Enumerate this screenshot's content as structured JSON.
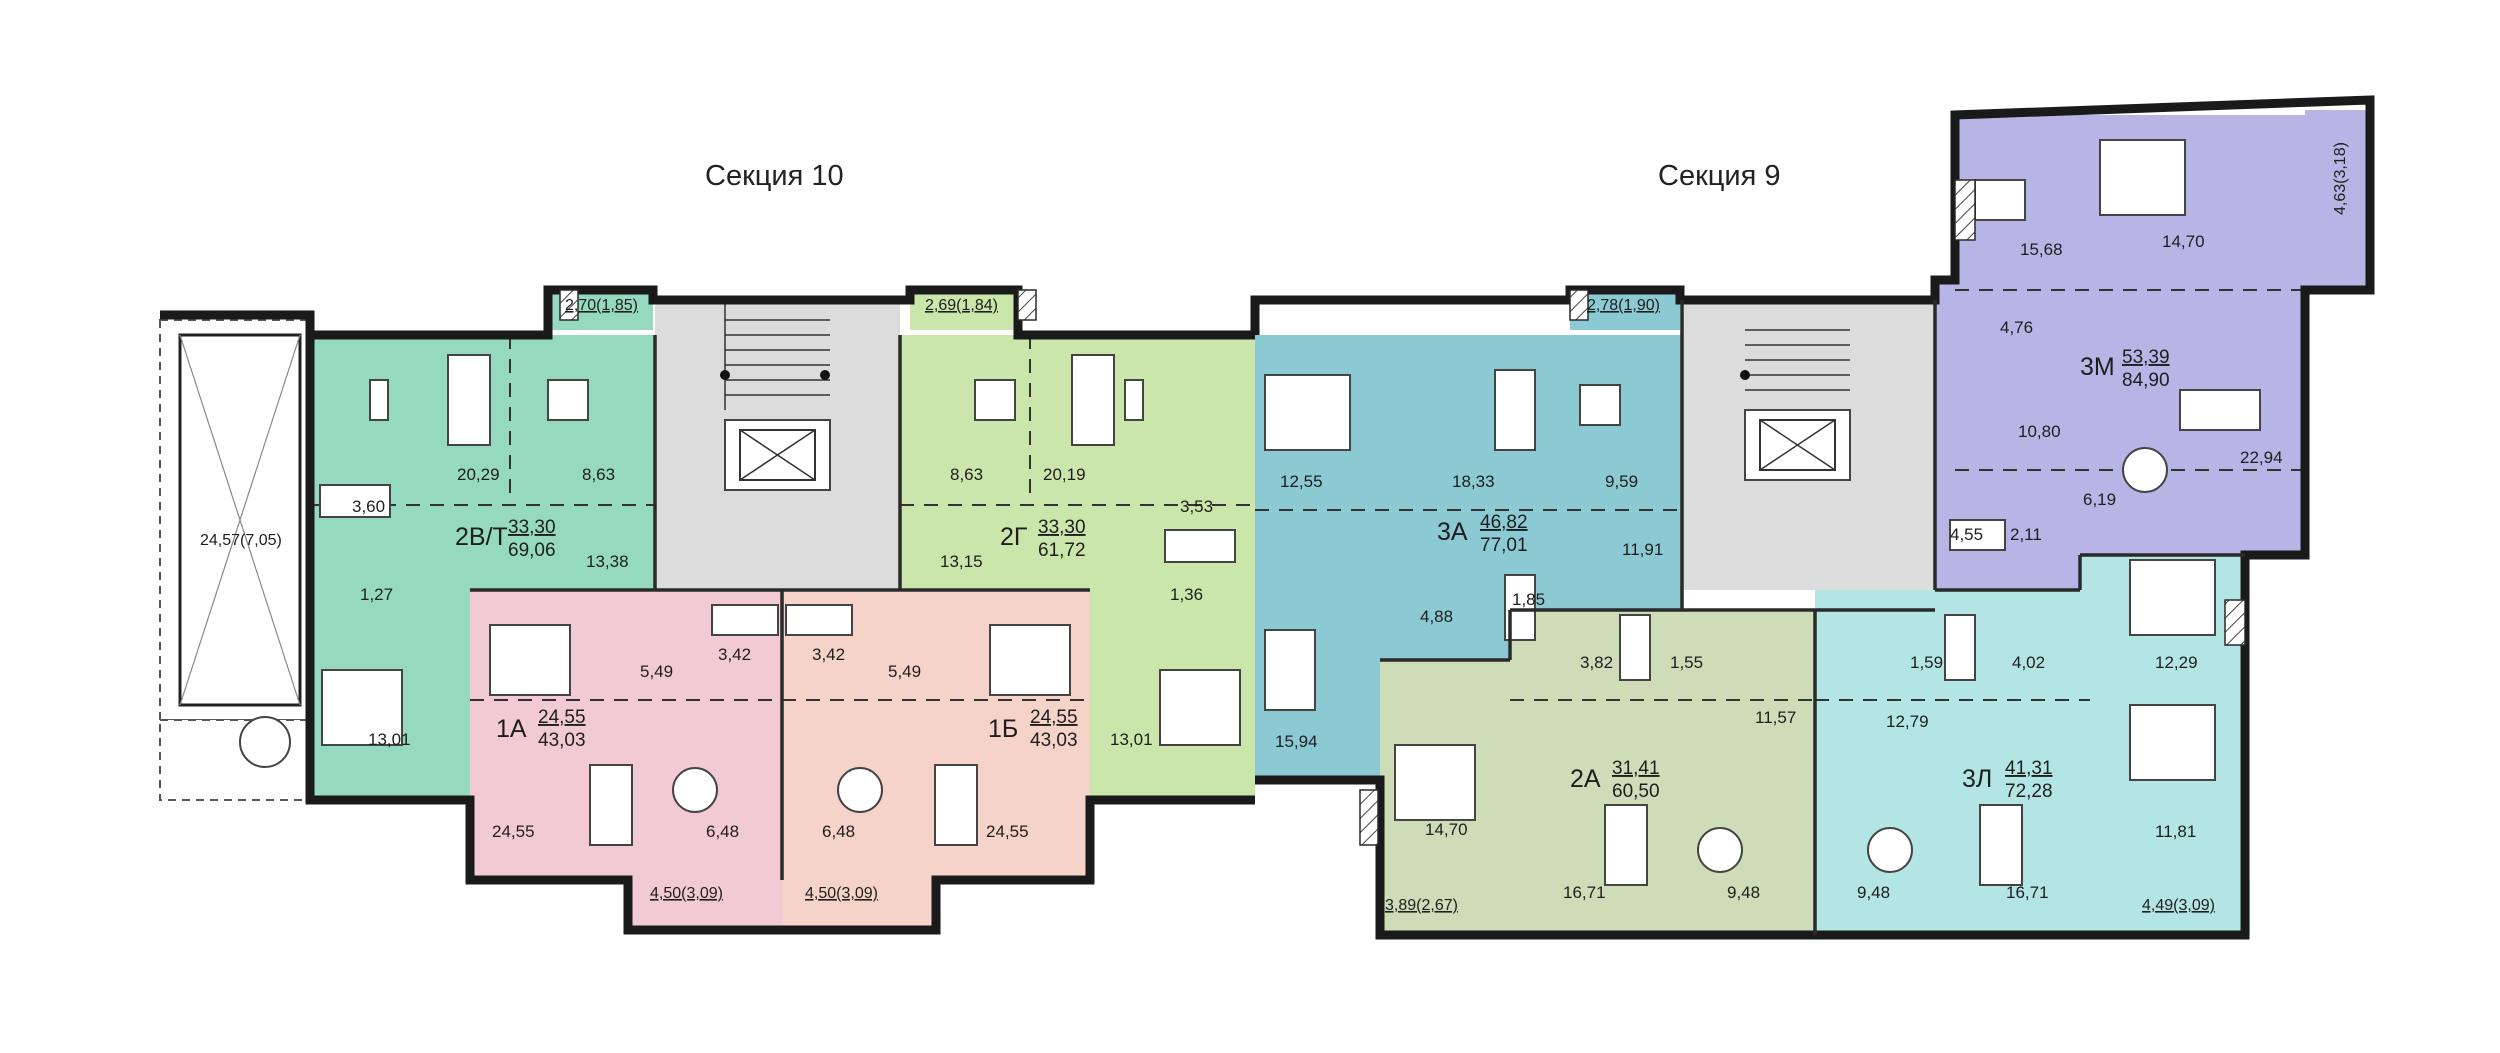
{
  "colors": {
    "green": "#95d9c0",
    "lightgreen": "#cbe6aa",
    "gray": "#dcdcdc",
    "pink": "#f2cad5",
    "peach": "#f5d3c8",
    "blue": "#8ccad3",
    "sage": "#cfdcb8",
    "cyan": "#b2e5e3",
    "lavender": "#b8b4e6",
    "white": "#ffffff"
  },
  "sections": {
    "s10": "Секция 10",
    "s9": "Секция 9"
  },
  "apartments": {
    "a2vt": {
      "code": "2В/Т",
      "living": "33,30",
      "total": "69,06"
    },
    "a2g": {
      "code": "2Г",
      "living": "33,30",
      "total": "61,72"
    },
    "a1a": {
      "code": "1А",
      "living": "24,55",
      "total": "43,03"
    },
    "a1b": {
      "code": "1Б",
      "living": "24,55",
      "total": "43,03"
    },
    "a3a": {
      "code": "3А",
      "living": "46,82",
      "total": "77,01"
    },
    "a2a": {
      "code": "2А",
      "living": "31,41",
      "total": "60,50"
    },
    "a3l": {
      "code": "3Л",
      "living": "41,31",
      "total": "72,28"
    },
    "a3m": {
      "code": "3М",
      "living": "53,39",
      "total": "84,90"
    }
  },
  "rooms": {
    "r2029": "20,29",
    "r863a": "8,63",
    "r360": "3,60",
    "r1338": "13,38",
    "r127": "1,27",
    "r1301a": "13,01",
    "r863b": "8,63",
    "r2019": "20,19",
    "r353": "3,53",
    "r1315": "13,15",
    "r136": "1,36",
    "r1301b": "13,01",
    "r549a": "5,49",
    "r342a": "3,42",
    "r2455a": "24,55",
    "r648a": "6,48",
    "r342b": "3,42",
    "r549b": "5,49",
    "r648b": "6,48",
    "r2455b": "24,55",
    "r1255": "12,55",
    "r1833": "18,33",
    "r959": "9,59",
    "r1191": "11,91",
    "r488": "4,88",
    "r185": "1,85",
    "r1594": "15,94",
    "r382": "3,82",
    "r155": "1,55",
    "r1157": "11,57",
    "r1470a": "14,70",
    "r1671a": "16,71",
    "r948a": "9,48",
    "r159": "1,59",
    "r402": "4,02",
    "r1229": "12,29",
    "r1279": "12,79",
    "r948b": "9,48",
    "r1671b": "16,71",
    "r1181": "11,81",
    "r1568": "15,68",
    "r1470b": "14,70",
    "r476": "4,76",
    "r1080": "10,80",
    "r455": "4,55",
    "r211": "2,11",
    "r619": "6,19",
    "r2294": "22,94"
  },
  "balconies": {
    "b2457": "24,57(7,05)",
    "b270": "2,70(1,85)",
    "b269": "2,69(1,84)",
    "b450a": "4,50(3,09)",
    "b450b": "4,50(3,09)",
    "b278": "2,78(1,90)",
    "b389": "3,89(2,67)",
    "b449": "4,49(3,09)",
    "b463": "4,63(3,18)"
  }
}
